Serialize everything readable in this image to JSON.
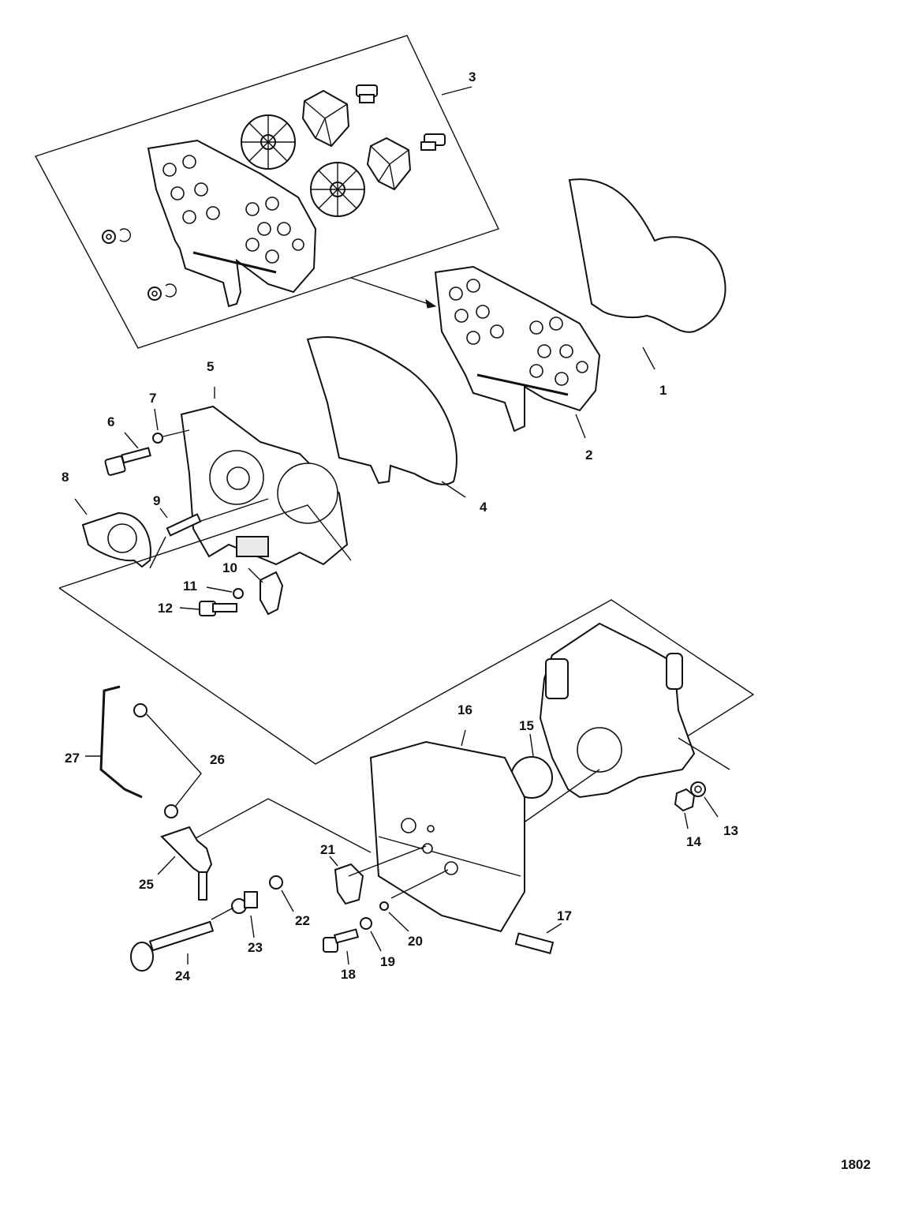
{
  "figure": {
    "id": "1802",
    "callouts": [
      {
        "n": "1"
      },
      {
        "n": "2"
      },
      {
        "n": "3"
      },
      {
        "n": "4"
      },
      {
        "n": "5"
      },
      {
        "n": "6"
      },
      {
        "n": "7"
      },
      {
        "n": "8"
      },
      {
        "n": "9"
      },
      {
        "n": "10"
      },
      {
        "n": "11"
      },
      {
        "n": "12"
      },
      {
        "n": "13"
      },
      {
        "n": "14"
      },
      {
        "n": "15"
      },
      {
        "n": "16"
      },
      {
        "n": "17"
      },
      {
        "n": "18"
      },
      {
        "n": "19"
      },
      {
        "n": "20"
      },
      {
        "n": "21"
      },
      {
        "n": "22"
      },
      {
        "n": "23"
      },
      {
        "n": "24"
      },
      {
        "n": "25"
      },
      {
        "n": "26"
      },
      {
        "n": "27"
      }
    ]
  }
}
